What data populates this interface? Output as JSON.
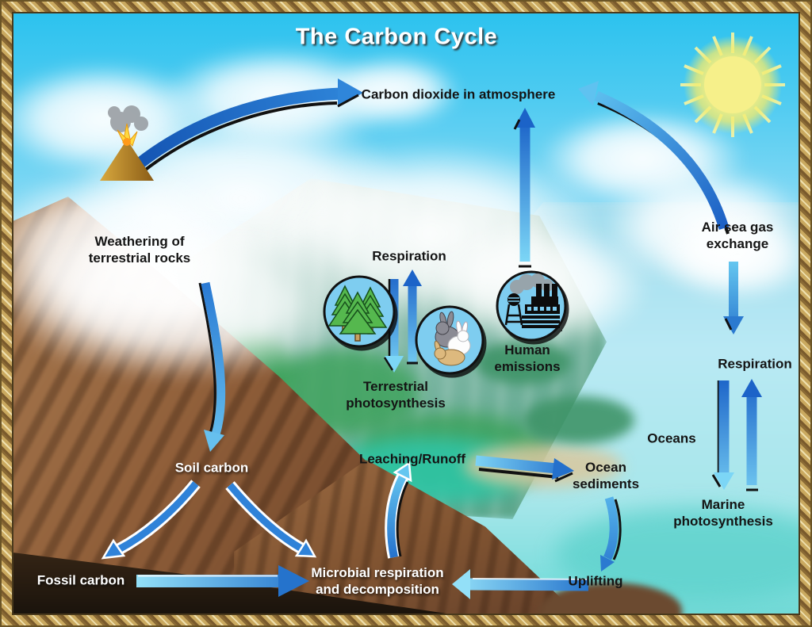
{
  "title": "The Carbon Cycle",
  "labels": {
    "co2_atmosphere": "Carbon dioxide in atmosphere",
    "weathering": "Weathering of\nterrestrial rocks",
    "respiration_terrestrial": "Respiration",
    "terrestrial_photosynthesis": "Terrestrial\nphotosynthesis",
    "human_emissions": "Human\nemissions",
    "air_sea_gas_exchange": "Air sea gas\nexchange",
    "respiration_marine": "Respiration",
    "oceans": "Oceans",
    "marine_photosynthesis": "Marine\nphotosynthesis",
    "soil_carbon": "Soil carbon",
    "leaching_runoff": "Leaching/Runoff",
    "ocean_sediments": "Ocean\nsediments",
    "uplifting": "Uplifting",
    "microbial": "Microbial respiration\nand decomposition",
    "fossil_carbon": "Fossil carbon"
  },
  "icons": {
    "sun": "sun with rays",
    "volcano": "erupting volcano",
    "trees": "coniferous forest in circle",
    "rabbits": "three rabbits in circle",
    "factory": "factory with smokestacks in circle"
  },
  "flows": [
    {
      "from": "volcano",
      "to": "co2_atmosphere"
    },
    {
      "from": "air_sea_gas_exchange",
      "to": "co2_atmosphere"
    },
    {
      "from": "human_emissions",
      "to": "co2_atmosphere"
    },
    {
      "from": "terrestrial_photosynthesis",
      "to": "respiration_terrestrial"
    },
    {
      "from": "respiration_terrestrial",
      "to": "terrestrial_photosynthesis"
    },
    {
      "from": "weathering",
      "to": "soil_carbon"
    },
    {
      "from": "soil_carbon",
      "to": "fossil_carbon"
    },
    {
      "from": "soil_carbon",
      "to": "microbial"
    },
    {
      "from": "fossil_carbon",
      "to": "microbial"
    },
    {
      "from": "microbial",
      "to": "leaching_runoff"
    },
    {
      "from": "leaching_runoff",
      "to": "ocean_sediments"
    },
    {
      "from": "ocean_sediments",
      "to": "uplifting"
    },
    {
      "from": "uplifting",
      "to": "microbial"
    },
    {
      "from": "air_sea_gas_exchange",
      "to": "respiration_marine"
    },
    {
      "from": "respiration_marine",
      "to": "marine_photosynthesis"
    },
    {
      "from": "marine_photosynthesis",
      "to": "respiration_marine"
    }
  ],
  "colors": {
    "arrow_dark_blue": "#1c63c8",
    "arrow_light_blue": "#7cd6f6",
    "sky": "#27c1ee",
    "frame_gold": "#caa95f",
    "label_black": "#141414",
    "label_white": "#ffffff"
  }
}
